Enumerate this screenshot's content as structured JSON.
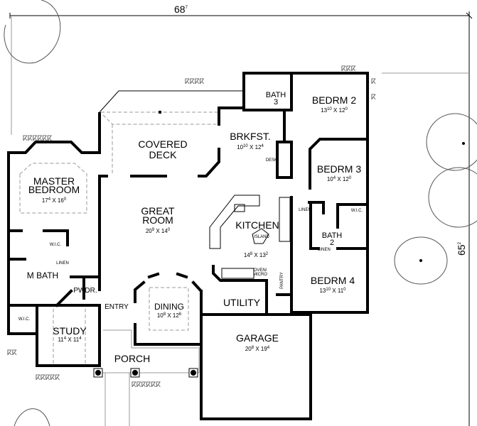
{
  "overall": {
    "width": {
      "ft": "68",
      "in": "7"
    },
    "depth": {
      "ft": "65",
      "in": "2"
    }
  },
  "rooms": {
    "covered_deck": {
      "line1": "COVERED",
      "line2": "DECK"
    },
    "master_bedroom": {
      "line1": "MASTER",
      "line2": "BEDROOM",
      "w": "17",
      "wi": "4",
      "h": "16",
      "hi": "0"
    },
    "great_room": {
      "line1": "GREAT",
      "line2": "ROOM",
      "w": "20",
      "wi": "9",
      "h": "14",
      "hi": "0"
    },
    "brkfst": {
      "label": "BRKFST.",
      "w": "10",
      "wi": "10",
      "h": "12",
      "hi": "4"
    },
    "bath3": {
      "line1": "BATH",
      "line2": "3"
    },
    "bedrm2": {
      "label": "BEDRM 2",
      "w": "13",
      "wi": "10",
      "h": "12",
      "hi": "0"
    },
    "bedrm3": {
      "label": "BEDRM 3",
      "w": "10",
      "wi": "4",
      "h": "12",
      "hi": "0"
    },
    "kitchen": {
      "label": "KITCHEN",
      "w": "14",
      "wi": "8",
      "h": "13",
      "hi": "2"
    },
    "bath2": {
      "line1": "BATH",
      "line2": "2"
    },
    "bedrm4": {
      "label": "BEDRM 4",
      "w": "13",
      "wi": "10",
      "h": "11",
      "hi": "0"
    },
    "m_bath": {
      "label": "M BATH"
    },
    "pwdr": {
      "label": "PWDR."
    },
    "entry": {
      "label": "ENTRY"
    },
    "dining": {
      "label": "DINING",
      "w": "10",
      "wi": "8",
      "h": "12",
      "hi": "6"
    },
    "utility": {
      "label": "UTILITY"
    },
    "study": {
      "label": "STUDY",
      "w": "11",
      "wi": "4",
      "h": "11",
      "hi": "4"
    },
    "porch": {
      "label": "PORCH"
    },
    "garage": {
      "label": "GARAGE",
      "w": "20",
      "wi": "8",
      "h": "19",
      "hi": "4"
    }
  },
  "small_labels": {
    "desk": "DESK",
    "island": "ISLAND",
    "pantry": "PANTRY",
    "oven": "OVEN/",
    "micro": "MICRO",
    "linen": "LINEN",
    "wic": "W.I.C."
  }
}
